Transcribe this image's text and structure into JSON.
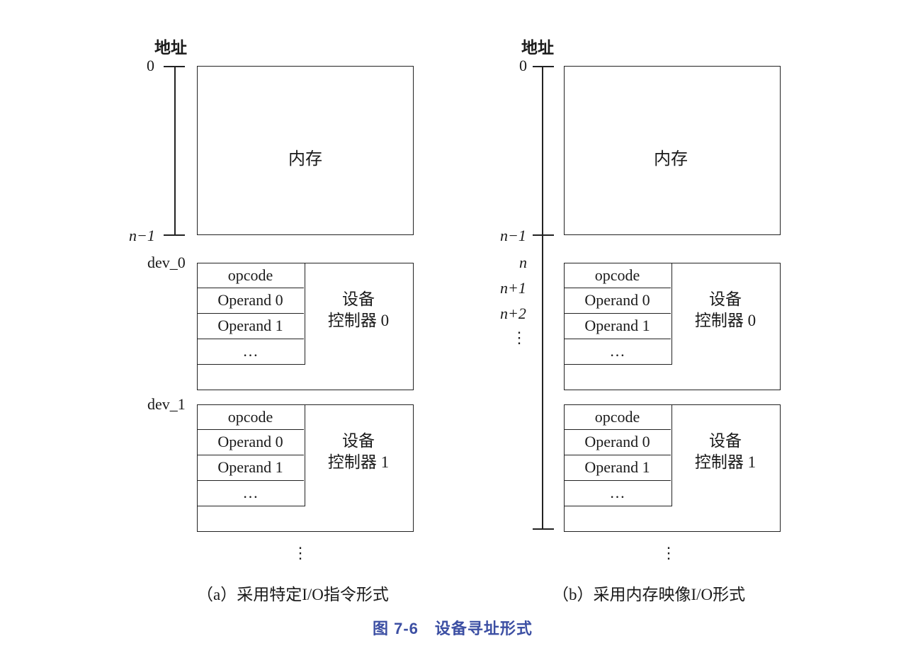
{
  "panel_a": {
    "address_header": "地址",
    "addr_zero": "0",
    "addr_n_minus_1": "n−1",
    "memory_label": "内存",
    "dev0_label": "dev_0",
    "dev1_label": "dev_1",
    "controller0": {
      "regs": [
        "opcode",
        "Operand 0",
        "Operand 1",
        "…"
      ],
      "name_line1": "设备",
      "name_line2": "控制器 0"
    },
    "controller1": {
      "regs": [
        "opcode",
        "Operand 0",
        "Operand 1",
        "…"
      ],
      "name_line1": "设备",
      "name_line2": "控制器 1"
    },
    "continuation": "⋮",
    "caption": "（a）采用特定I/O指令形式"
  },
  "panel_b": {
    "address_header": "地址",
    "addr_zero": "0",
    "addr_n_minus_1": "n−1",
    "addr_n": "n",
    "addr_n_plus_1": "n+1",
    "addr_n_plus_2": "n+2",
    "addr_more": "⋮",
    "memory_label": "内存",
    "controller0": {
      "regs": [
        "opcode",
        "Operand 0",
        "Operand 1",
        "…"
      ],
      "name_line1": "设备",
      "name_line2": "控制器 0"
    },
    "controller1": {
      "regs": [
        "opcode",
        "Operand 0",
        "Operand 1",
        "…"
      ],
      "name_line1": "设备",
      "name_line2": "控制器 1"
    },
    "continuation": "⋮",
    "caption": "（b）采用内存映像I/O形式"
  },
  "figure_caption": "图 7-6　设备寻址形式"
}
